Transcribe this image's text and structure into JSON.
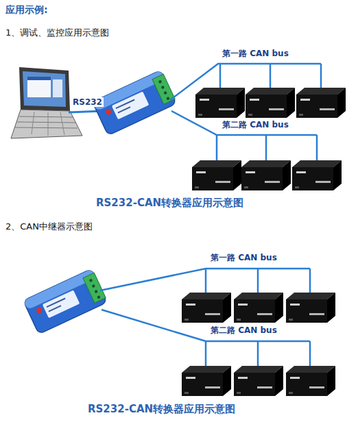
{
  "diagram": {
    "title": "应用示例:",
    "labels": [
      "1、调试、监控应用示意图",
      "RS232",
      "第一路 CAN bus",
      "第二路 CAN bus",
      "RS232-CAN转换器应用示意图",
      "2、CAN中继器示意图",
      "第一路 CAN bus",
      "第二路 CAN bus",
      "RS232-CAN转换器应用示意图"
    ]
  }
}
